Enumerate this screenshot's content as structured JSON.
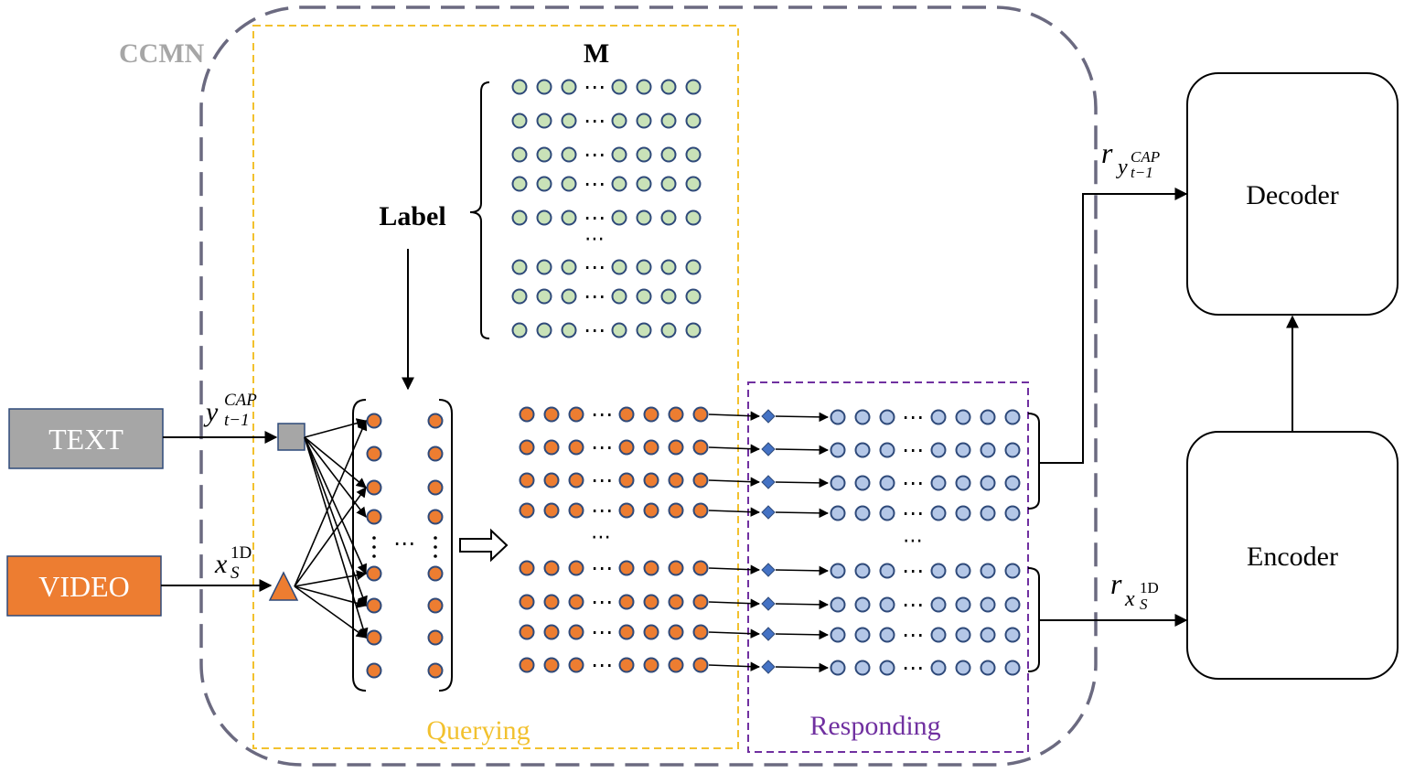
{
  "frame": {
    "title": "CCMN"
  },
  "inputs": {
    "text": {
      "label": "TEXT"
    },
    "video": {
      "label": "VIDEO"
    }
  },
  "math": {
    "y_base": "y",
    "y_sup": "CAP",
    "y_sub": "t−1",
    "x_base": "x",
    "x_sup": "1D",
    "x_sub": "S",
    "r": "r"
  },
  "memory": {
    "label": "M",
    "label_text": "Label",
    "ellipsis": "⋯"
  },
  "regions": {
    "querying": {
      "label": "Querying"
    },
    "responding": {
      "label": "Responding"
    }
  },
  "blocks": {
    "decoder": {
      "label": "Decoder"
    },
    "encoder": {
      "label": "Encoder"
    }
  },
  "colors": {
    "frame": "#6b6a80",
    "frame_title": "#a6a6a6",
    "querying": "#f2c12e",
    "responding": "#7030a0",
    "text_box": "#a6a6a6",
    "video_box": "#ed7d31",
    "memory_fill": "#c9e2b8",
    "memory_stroke": "#2f4a7a",
    "orange_fill": "#ed7d31",
    "blue_fill": "#b4c7e7",
    "diamond": "#4472c4",
    "arrow": "#000000"
  }
}
